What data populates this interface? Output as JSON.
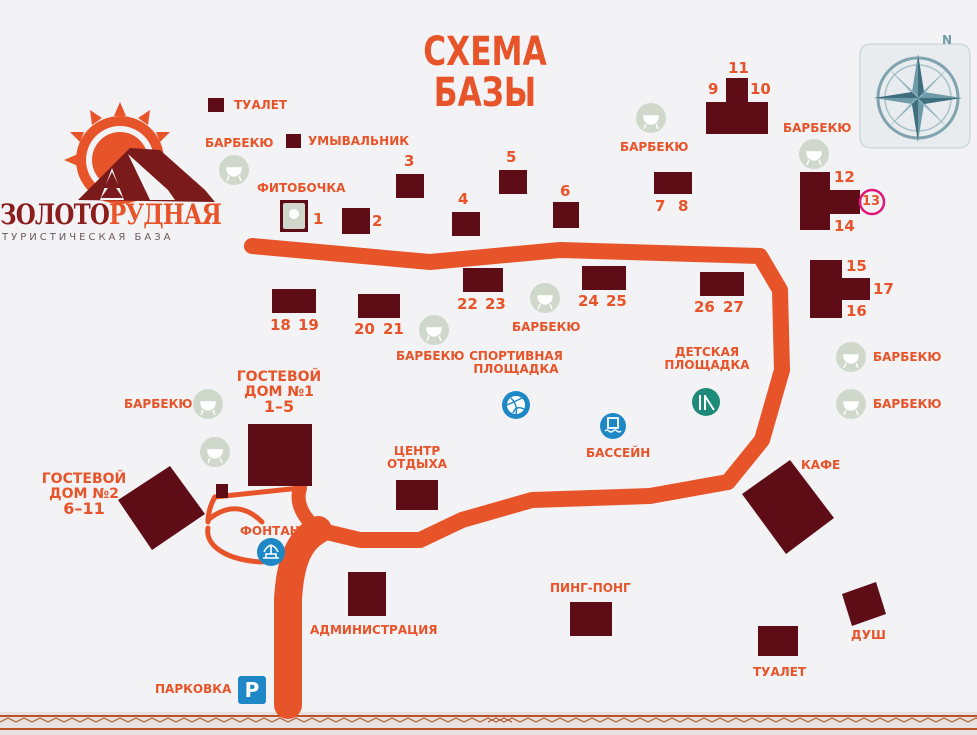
{
  "title_lines": [
    "СХЕМА",
    "БАЗЫ"
  ],
  "brand": {
    "part1": "ЗОЛОТО",
    "part2": "РУДНАЯ",
    "tagline": "ТУРИСТИЧЕСКАЯ БАЗА"
  },
  "compass_letter": "N",
  "labels": {
    "toilet_top": "ТУАЛЕТ",
    "washbasin": "УМЫВАЛЬНИК",
    "bbq_1": "БАРБЕКЮ",
    "fitobochka": "ФИТОБОЧКА",
    "bbq_2": "БАРБЕКЮ",
    "bbq_3": "БАРБЕКЮ",
    "bbq_4": "БАРБЕКЮ",
    "bbq_5": "БАРБЕКЮ",
    "bbq_6": "БАРБЕКЮ",
    "bbq_7": "БАРБЕКЮ",
    "bbq_8": "БАРБЕКЮ",
    "sport_ground": [
      "СПОРТИВНАЯ",
      "ПЛОЩАДКА"
    ],
    "kids_ground": [
      "ДЕТСКАЯ",
      "ПЛОЩАДКА"
    ],
    "pool": "БАССЕЙН",
    "guest_house_1": [
      "ГОСТЕВОЙ",
      "ДОМ №1",
      "1–5"
    ],
    "guest_house_2": [
      "ГОСТЕВОЙ",
      "ДОМ №2",
      "6–11"
    ],
    "rest_center": [
      "ЦЕНТР",
      "ОТДЫХА"
    ],
    "fountain": "ФОНТАН",
    "administration": "АДМИНИСТРАЦИЯ",
    "parking": "ПАРКОВКА",
    "parking_sign": "P",
    "ping_pong": "ПИНГ-ПОНГ",
    "cafe": "КАФЕ",
    "shower": "ДУШ",
    "toilet_bottom": "ТУАЛЕТ"
  },
  "cabins": {
    "n1": "1",
    "n2": "2",
    "n3": "3",
    "n4": "4",
    "n5": "5",
    "n6": "6",
    "n7": "7",
    "n8": "8",
    "n9": "9",
    "n10": "10",
    "n11": "11",
    "n12": "12",
    "n13": "13",
    "n14": "14",
    "n15": "15",
    "n16": "16",
    "n17": "17",
    "n18": "18",
    "n19": "19",
    "n20": "20",
    "n21": "21",
    "n22": "22",
    "n23": "23",
    "n24": "24",
    "n25": "25",
    "n26": "26",
    "n27": "27"
  },
  "highlighted_cabin": "13",
  "colors": {
    "background": "#f3f2f4",
    "path": "#e8542a",
    "building": "#5e0d16",
    "label": "#e8542a",
    "bbq_circle": "#cfd8cb",
    "highlight": "#e0167a",
    "parking_blue": "#1e88c7"
  }
}
